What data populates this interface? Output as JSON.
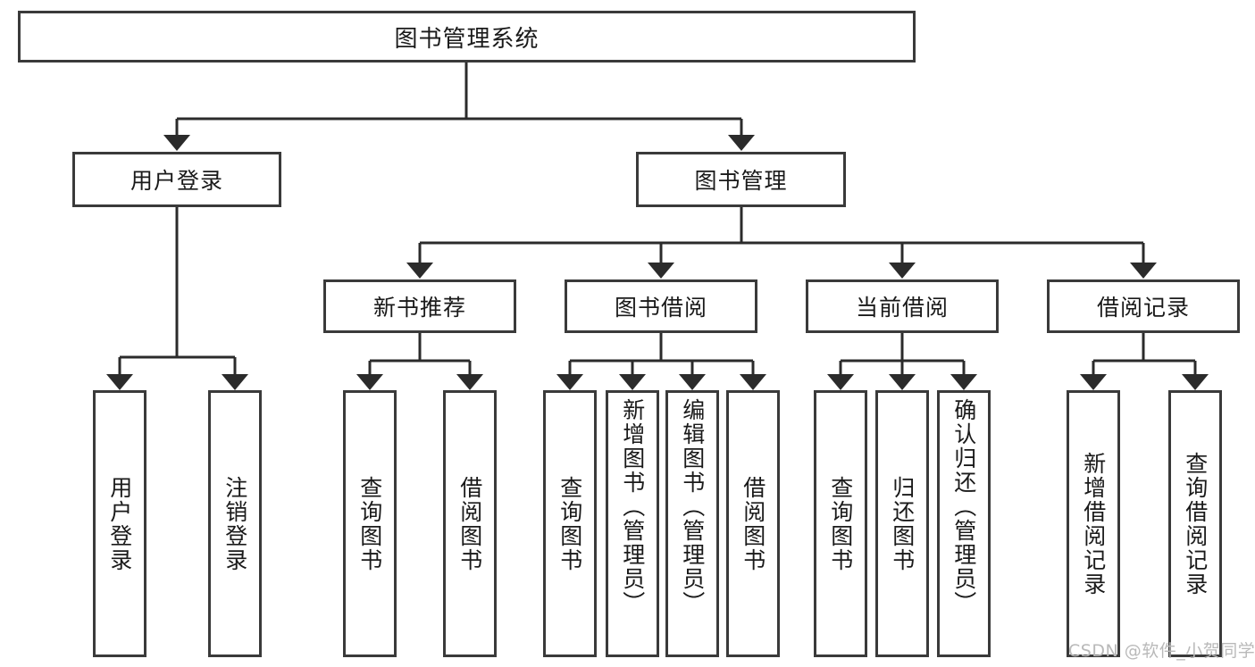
{
  "diagram": {
    "type": "tree-hierarchy-chart",
    "title": "图书管理系统",
    "colors": {
      "box_border": "#3a3a3a",
      "box_fill": "#ffffff",
      "edge": "#2b2b2b",
      "text": "#1a1a1a",
      "watermark": "#b9b9b9",
      "background": "#ffffff"
    },
    "levels": {
      "root": {
        "label": "图书管理系统"
      },
      "level2": [
        {
          "label": "用户登录"
        },
        {
          "label": "图书管理"
        }
      ],
      "level3": [
        {
          "label": "新书推荐"
        },
        {
          "label": "图书借阅"
        },
        {
          "label": "当前借阅"
        },
        {
          "label": "借阅记录"
        }
      ],
      "leaves": {
        "user_login": [
          {
            "label": "用户登录"
          },
          {
            "label": "注销登录"
          }
        ],
        "new_book_recommend": [
          {
            "label": "查询图书"
          },
          {
            "label": "借阅图书"
          }
        ],
        "book_borrow": [
          {
            "label": "查询图书"
          },
          {
            "label": "新增图书（管理员）"
          },
          {
            "label": "编辑图书（管理员）"
          },
          {
            "label": "借阅图书"
          }
        ],
        "current_borrow": [
          {
            "label": "查询图书"
          },
          {
            "label": "归还图书"
          },
          {
            "label": "确认归还（管理员）"
          }
        ],
        "borrow_record": [
          {
            "label": "新增借阅记录"
          },
          {
            "label": "查询借阅记录"
          }
        ]
      }
    }
  },
  "watermark": {
    "text": "CSDN @软件_小贺同学"
  }
}
